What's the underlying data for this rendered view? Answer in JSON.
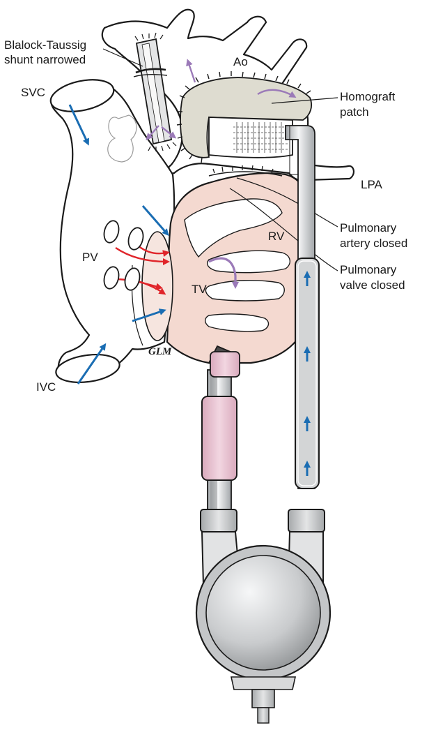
{
  "labels": {
    "bt_shunt_line1": "Blalock-Taussig",
    "bt_shunt_line2": "shunt narrowed",
    "ao": "Ao",
    "svc": "SVC",
    "homograft_line1": "Homograft",
    "homograft_line2": "patch",
    "lpa": "LPA",
    "pv": "PV",
    "rv": "RV",
    "tv": "TV",
    "pa_closed_line1": "Pulmonary",
    "pa_closed_line2": "artery closed",
    "valve_closed_line1": "Pulmonary",
    "valve_closed_line2": "valve closed",
    "ivc": "IVC",
    "signature": "GLM"
  },
  "colors": {
    "outline": "#1a1a1a",
    "ventricle_fill": "#f4d9d0",
    "ventricle_shadow": "#e9bfb3",
    "patch_fill": "#dedcd0",
    "flow_blue": "#1a6db3",
    "flow_red": "#e0242a",
    "flow_purple": "#9b7ab8",
    "sleeve_pink": "#e8c5d3",
    "tube_grey": "#d3d5d6",
    "pump_grey": "#c4c6c8",
    "cannula_dark": "#4a4a4a"
  }
}
